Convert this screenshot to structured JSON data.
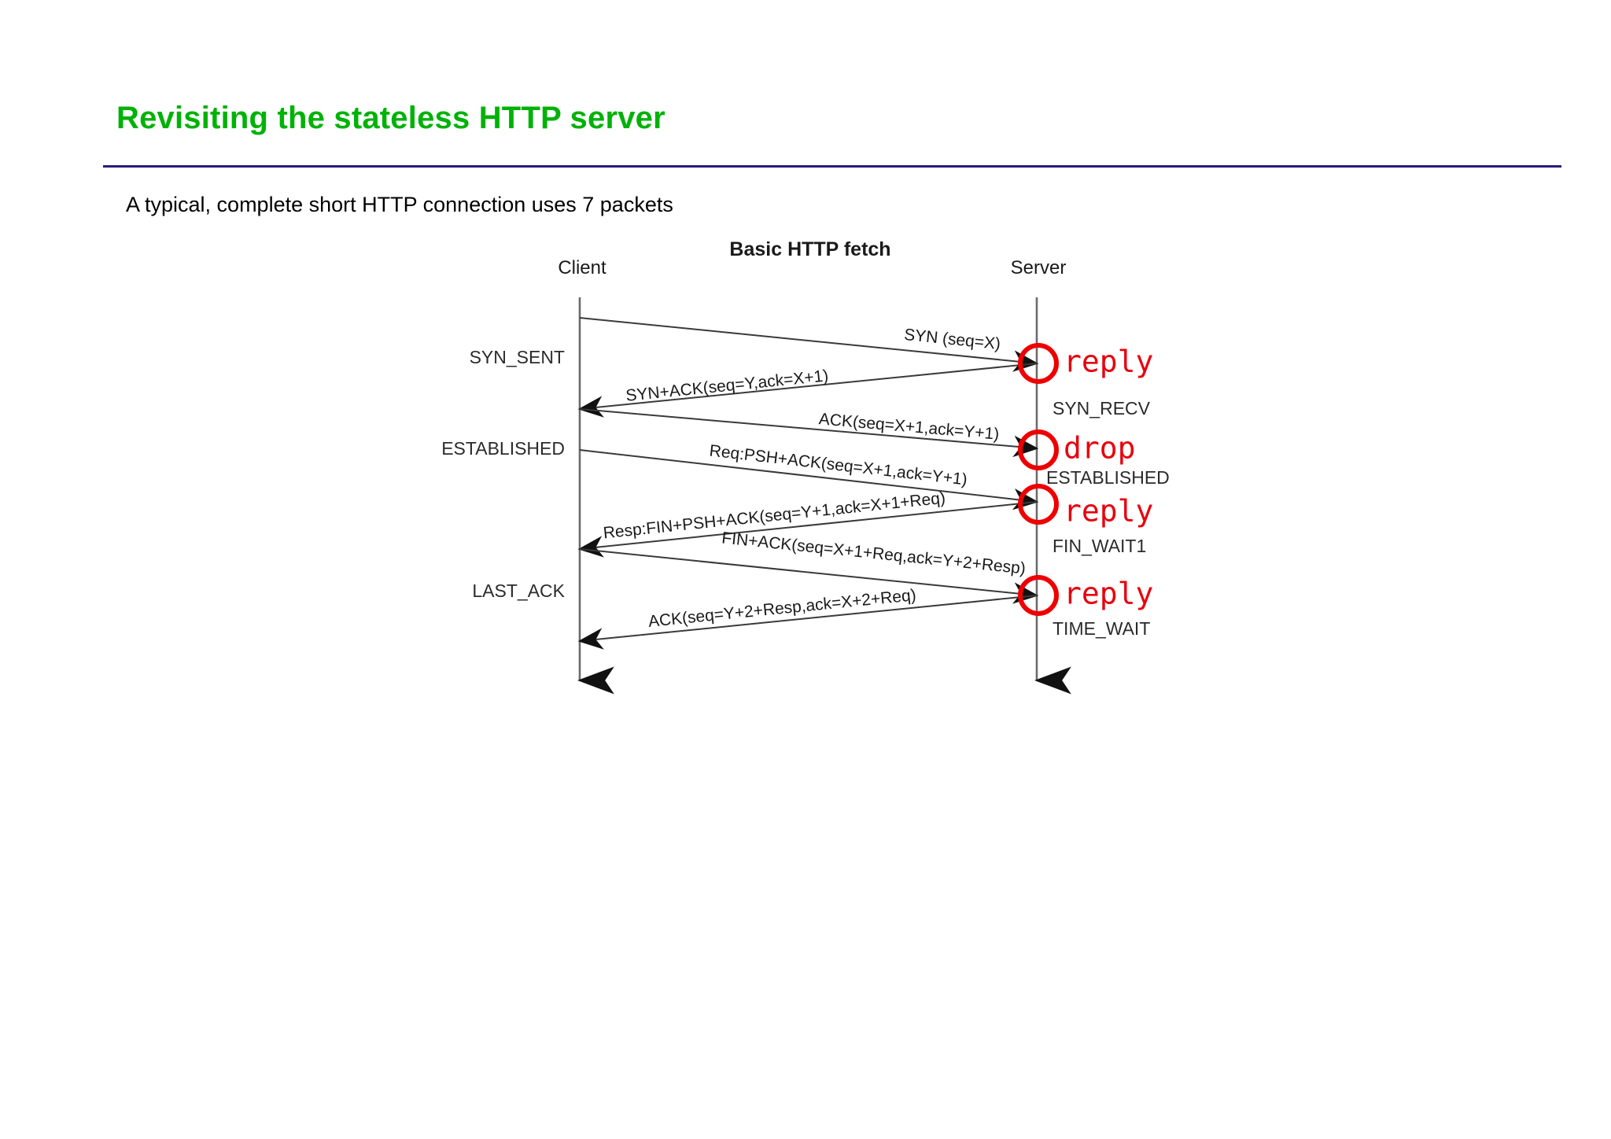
{
  "slide": {
    "title": "Revisiting the stateless HTTP server",
    "title_color": "#00b207",
    "rule_color": "#2a1a7a",
    "bullet": "A typical, complete short HTTP connection uses 7 packets"
  },
  "diagram": {
    "title": "Basic HTTP fetch",
    "actor_left": "Client",
    "actor_right": "Server",
    "annotation_color": "#ef0000",
    "messages": [
      {
        "label": "SYN (seq=X)",
        "direction": "right"
      },
      {
        "label": "SYN+ACK(seq=Y,ack=X+1)",
        "direction": "left"
      },
      {
        "label": "ACK(seq=X+1,ack=Y+1)",
        "direction": "right"
      },
      {
        "label": "Req:PSH+ACK(seq=X+1,ack=Y+1)",
        "direction": "right"
      },
      {
        "label": "Resp:FIN+PSH+ACK(seq=Y+1,ack=X+1+Req)",
        "direction": "left"
      },
      {
        "label": "FIN+ACK(seq=X+1+Req,ack=Y+2+Resp)",
        "direction": "right"
      },
      {
        "label": "ACK(seq=Y+2+Resp,ack=X+2+Req)",
        "direction": "left"
      }
    ],
    "client_states": [
      {
        "label": "SYN_SENT"
      },
      {
        "label": "ESTABLISHED"
      },
      {
        "label": "LAST_ACK"
      }
    ],
    "server_states": [
      {
        "label": "SYN_RECV"
      },
      {
        "label": "ESTABLISHED"
      },
      {
        "label": "FIN_WAIT1"
      },
      {
        "label": "TIME_WAIT"
      }
    ],
    "annotations": [
      {
        "label": "reply"
      },
      {
        "label": "drop"
      },
      {
        "label": "reply"
      },
      {
        "label": "reply"
      }
    ]
  }
}
